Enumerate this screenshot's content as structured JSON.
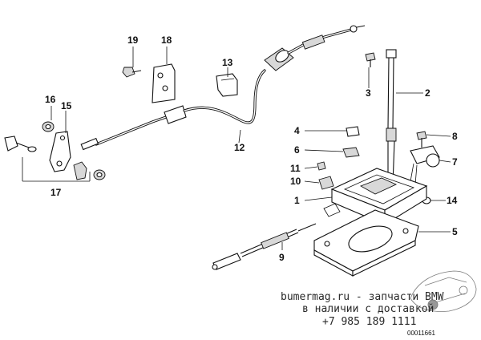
{
  "parts": {
    "p1": "1",
    "p2": "2",
    "p3": "3",
    "p4": "4",
    "p5": "5",
    "p6": "6",
    "p7": "7",
    "p8": "8",
    "p9": "9",
    "p10": "10",
    "p11": "11",
    "p12": "12",
    "p13": "13",
    "p14": "14",
    "p15": "15",
    "p16": "16",
    "p17": "17",
    "p18": "18",
    "p19": "19"
  },
  "watermark": {
    "line1": "bumermag.ru - запчасти BMW",
    "line2": "в наличии с доставкой",
    "line3": "+7 985 189 1111"
  },
  "drawing_code": "00011661"
}
